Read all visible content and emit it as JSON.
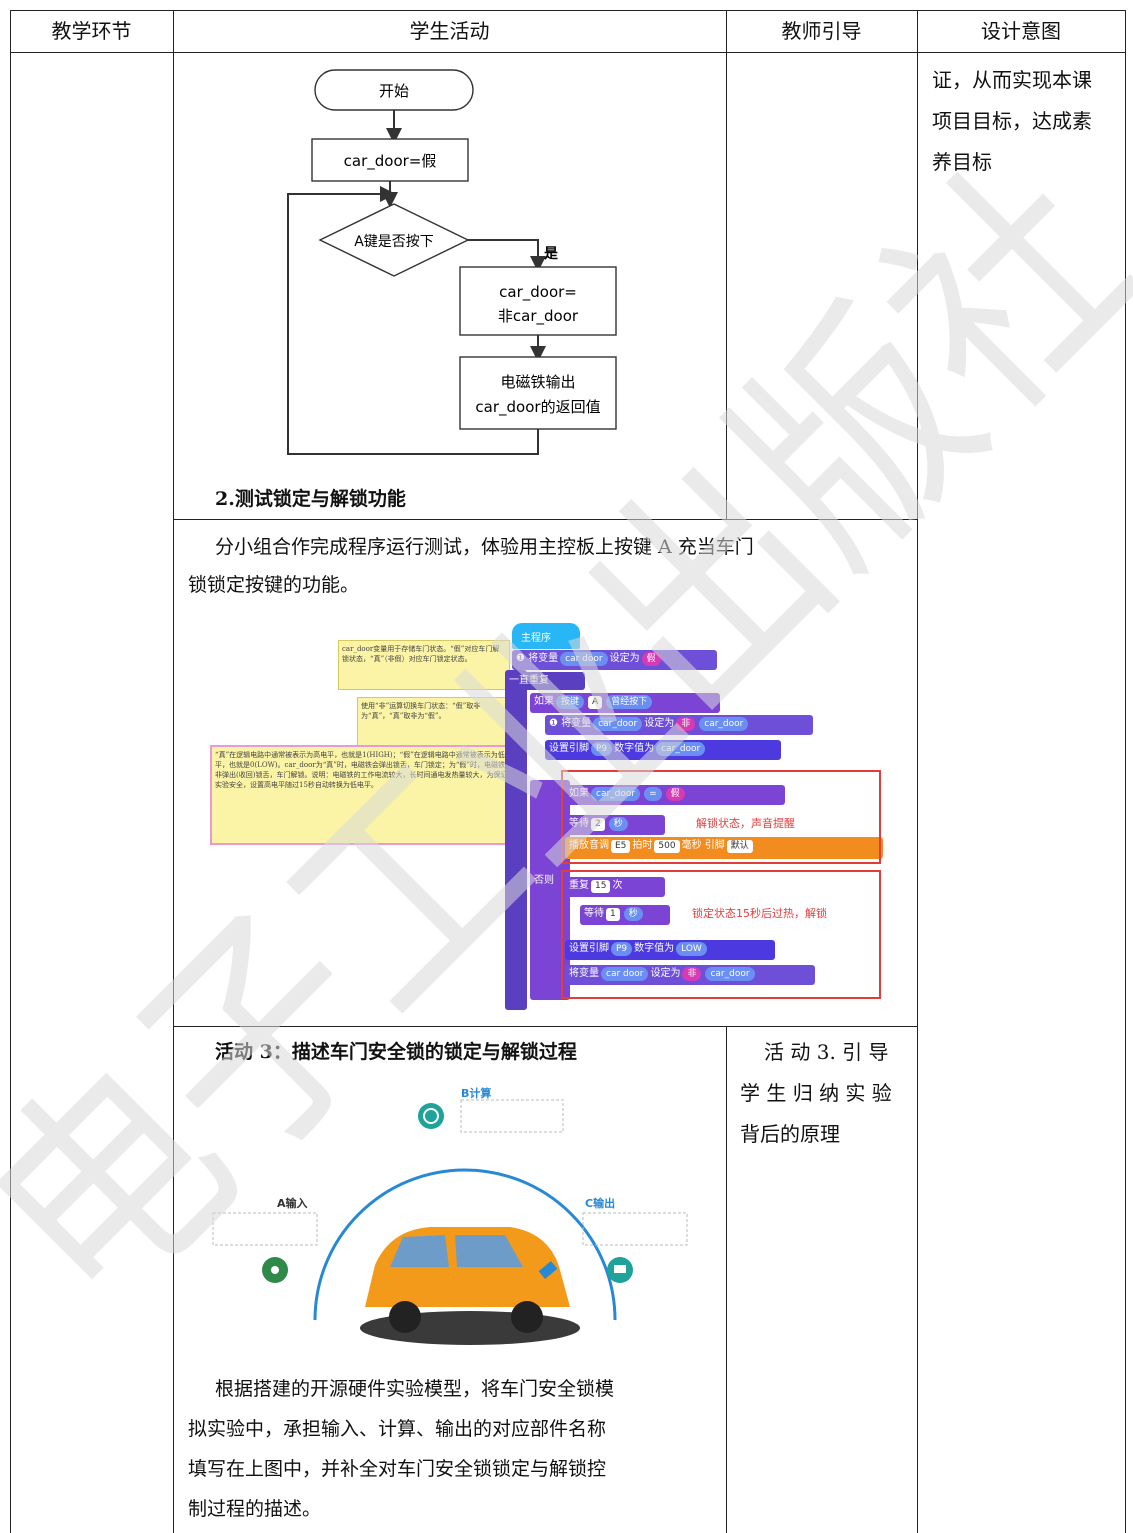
{
  "header": {
    "col1": "教学环节",
    "col2": "学生活动",
    "col3": "教师引导",
    "col4": "设计意图"
  },
  "design_intent": {
    "lines": [
      "证，从而实现本课",
      "项目目标，达成素",
      "养目标"
    ]
  },
  "flowchart": {
    "start": "开始",
    "init": "car_door=假",
    "decision": "A键是否按下",
    "yes": "是",
    "toggle_1": "car_door=",
    "toggle_2": "非car_door",
    "output_1": "电磁铁输出",
    "output_2": "car_door的返回值"
  },
  "section2": {
    "title": "2.测试锁定与解锁功能",
    "para_1": "分小组合作完成程序运行测试，体验用主控板上按键 A 充当车门",
    "para_2": "锁锁定按键的功能。"
  },
  "program": {
    "main": "主程序",
    "set_var": "将变量",
    "var": "car door",
    "set_to": "设定为",
    "false_val": "假",
    "forever": "一直重复",
    "if": "如果",
    "key": "按键",
    "key_a": "A",
    "pressed": "曾经按下",
    "not": "非",
    "set_pin": "设置引脚",
    "pin": "P9",
    "digital": "数字值为",
    "var2": "car_door",
    "eq": "=",
    "wait": "等待",
    "two": "2",
    "sec": "秒",
    "play": "播放音调",
    "tone": "E5",
    "beat": "拍时",
    "ms": "500",
    "ms_unit": "毫秒 引脚",
    "default": "默认",
    "else": "否则",
    "repeat": "重复",
    "fifteen": "15",
    "times": "次",
    "one": "1",
    "low": "LOW",
    "label_unlock": "解锁状态，声音提醒",
    "label_lock": "锁定状态15秒后过热，解锁"
  },
  "notes": {
    "n1": "car_door变量用于存储车门状态。“假”对应车门解锁状态，“真”（非假）对应车门锁定状态。",
    "n2": "使用“非”运算切换车门状态：“假”取非为“真”，“真”取非为“假”。",
    "n3": "“真”在逻辑电路中通常被表示为高电平，也就是1(HIGH)；“假”在逻辑电路中通常被表示为低电平，也就是0(LOW)。car_door为“真”时，电磁铁会弹出锁舌，车门锁定；为“假”时，电磁铁会非弹出(收回)锁舌，车门解锁。说明：电磁铁的工作电流较大，长时间通电发热量较大，为保证实验安全，设置高电平随过15秒自动转换为低电平。"
  },
  "activity3": {
    "title": "活动 3：描述车门安全锁的锁定与解锁过程",
    "label_b": "B计算",
    "label_a": "A输入",
    "label_c": "C输出",
    "teacher_1": "活 动 3. 引 导",
    "teacher_2": "学 生 归 纳 实 验",
    "teacher_3": "背后的原理",
    "para_1": "根据搭建的开源硬件实验模型，将车门安全锁模",
    "para_2": "拟实验中，承担输入、计算、输出的对应部件名称",
    "para_3": "填写在上图中，并补全对车门安全锁锁定与解锁控",
    "para_4": "制过程的描述。"
  },
  "watermark": {
    "text": "电子工业出版社",
    "color": "#d9d9d9"
  }
}
